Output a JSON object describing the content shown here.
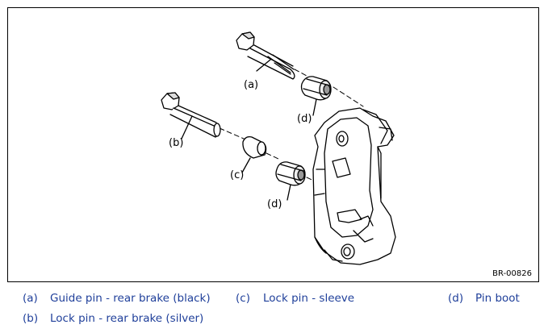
{
  "figure_code": "BR-00826",
  "callouts": {
    "a": "(a)",
    "b": "(b)",
    "c": "(c)",
    "d1": "(d)",
    "d2": "(d)"
  },
  "legend": [
    {
      "letter": "(a)",
      "text": "Guide pin - rear brake (black)"
    },
    {
      "letter": "(c)",
      "text": "Lock pin - sleeve"
    },
    {
      "letter": "(d)",
      "text": "Pin boot"
    },
    {
      "letter": "(b)",
      "text": "Lock pin - rear brake (silver)"
    }
  ],
  "colors": {
    "legend_text": "#1f3f9a",
    "line": "#000000"
  }
}
